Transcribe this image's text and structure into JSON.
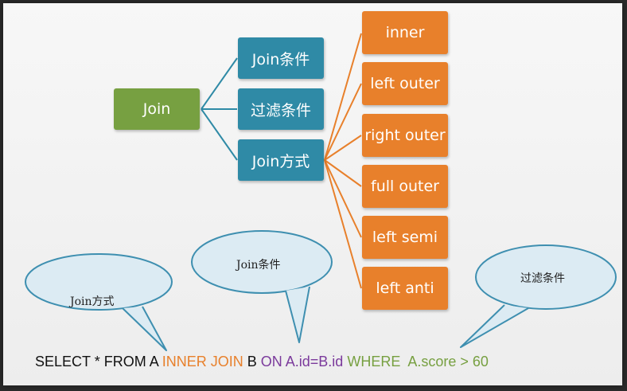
{
  "colors": {
    "root": "#77a041",
    "category": "#2f8aa6",
    "join_type": "#e8802b",
    "keyword_join": "#e8802b",
    "keyword_on": "#7b3a9c",
    "keyword_where": "#77a041",
    "callout_fill": "#dcebf3",
    "callout_stroke": "#3e8fb0"
  },
  "root": {
    "label": "Join"
  },
  "categories": [
    {
      "label": "Join条件"
    },
    {
      "label": "过滤条件"
    },
    {
      "label": "Join方式"
    }
  ],
  "join_types": [
    {
      "label": "inner"
    },
    {
      "label": "left outer"
    },
    {
      "label": "right outer"
    },
    {
      "label": "full outer"
    },
    {
      "label": "left semi"
    },
    {
      "label": "left anti"
    }
  ],
  "callouts": {
    "join_type": "Join方式",
    "join_condition": "Join条件",
    "filter_condition": "过滤条件"
  },
  "sql": {
    "part1": "SELECT * FROM A ",
    "join_kw": "INNER JOIN",
    "part2": " B ",
    "on_kw": "ON A.id=B.id",
    "part3": " ",
    "where_kw": "WHERE",
    "part4": "  A.score > 60"
  }
}
